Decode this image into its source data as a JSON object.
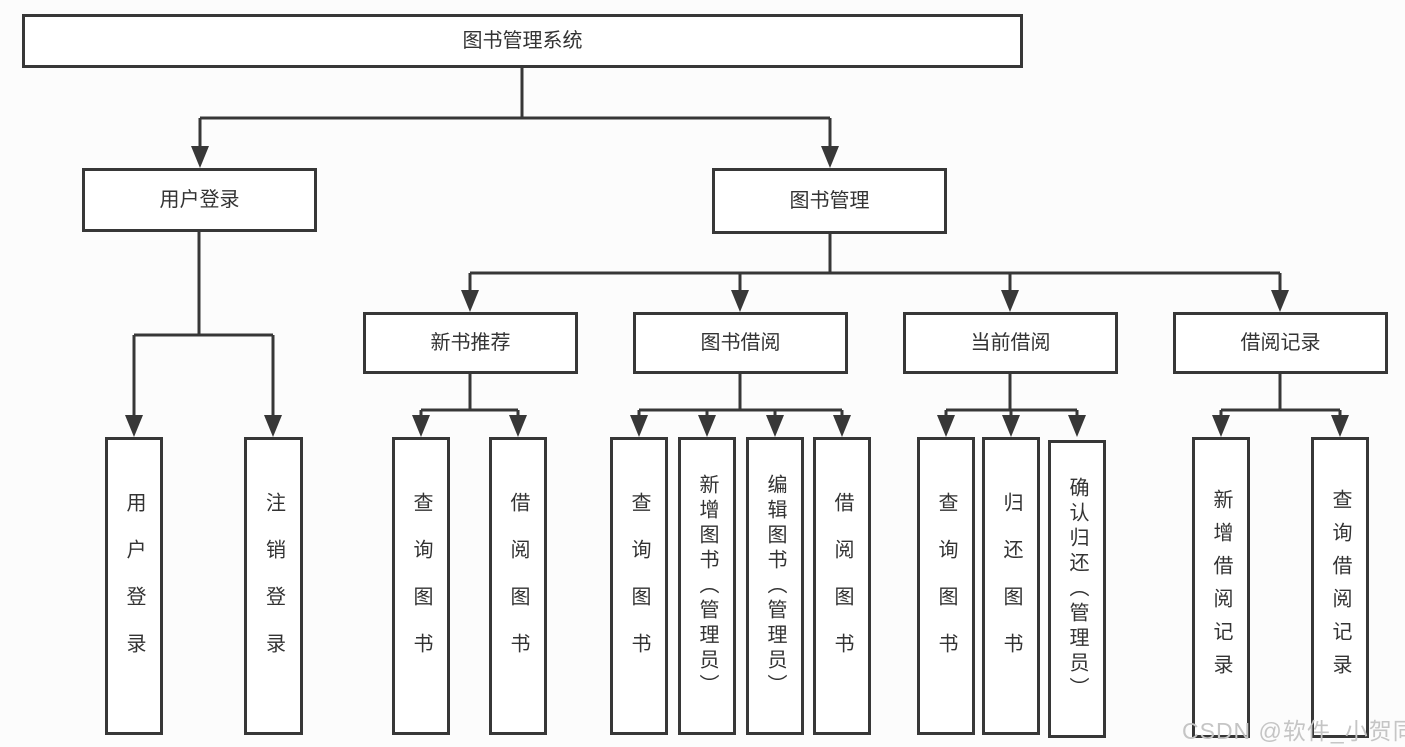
{
  "diagram_title": "图书管理系统",
  "tree": {
    "root": {
      "label": "图书管理系统"
    },
    "level2": [
      {
        "label": "用户登录",
        "parent": "图书管理系统"
      },
      {
        "label": "图书管理",
        "parent": "图书管理系统"
      }
    ],
    "level3": [
      {
        "label": "新书推荐",
        "parent": "图书管理"
      },
      {
        "label": "图书借阅",
        "parent": "图书管理"
      },
      {
        "label": "当前借阅",
        "parent": "图书管理"
      },
      {
        "label": "借阅记录",
        "parent": "图书管理"
      }
    ],
    "leaves": [
      {
        "label": "用户登录",
        "parent": "用户登录"
      },
      {
        "label": "注销登录",
        "parent": "用户登录"
      },
      {
        "label": "查询图书",
        "parent": "新书推荐"
      },
      {
        "label": "借阅图书",
        "parent": "新书推荐"
      },
      {
        "label": "查询图书",
        "parent": "图书借阅"
      },
      {
        "label": "新增图书（管理员）",
        "parent": "图书借阅"
      },
      {
        "label": "编辑图书（管理员）",
        "parent": "图书借阅"
      },
      {
        "label": "借阅图书",
        "parent": "图书借阅"
      },
      {
        "label": "查询图书",
        "parent": "当前借阅"
      },
      {
        "label": "归还图书",
        "parent": "当前借阅"
      },
      {
        "label": "确认归还（管理员）",
        "parent": "当前借阅"
      },
      {
        "label": "新增借阅记录",
        "parent": "借阅记录"
      },
      {
        "label": "查询借阅记录",
        "parent": "借阅记录"
      }
    ]
  },
  "watermark": "CSDN @软件_小贺同学",
  "colors": {
    "line": "#373737",
    "box_border": "#373737",
    "box_fill": "#ffffff",
    "text": "#333333",
    "watermark": "#c5c5c5",
    "background": "#fcfcfc"
  }
}
